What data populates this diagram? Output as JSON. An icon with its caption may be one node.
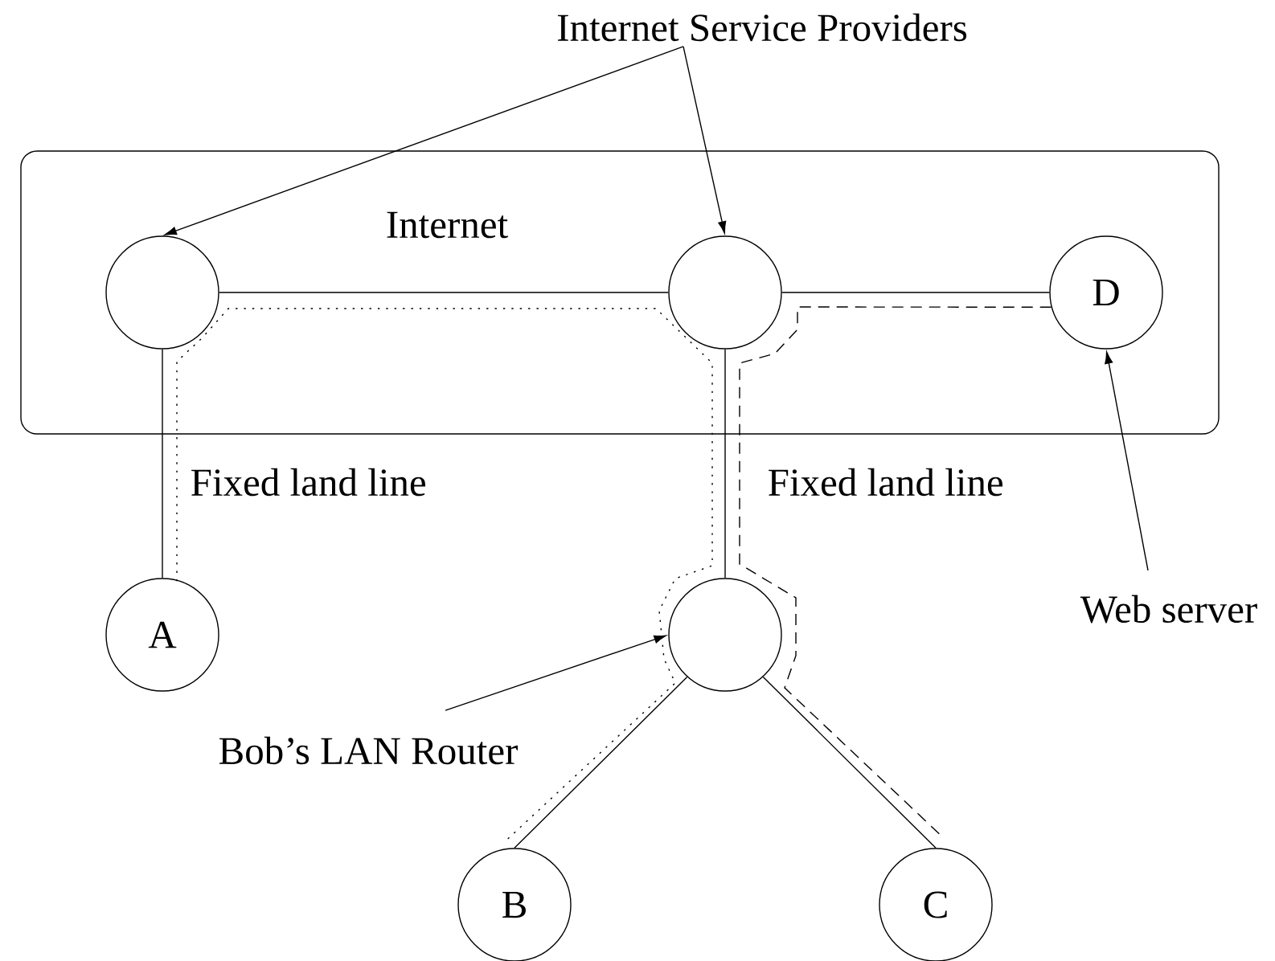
{
  "diagram": {
    "nodes": [
      {
        "text": [
          "Internet"
        ]
      },
      {
        "text": [],
        "shape": "circle",
        "in": 0
      },
      {
        "text": [],
        "shape": "circle",
        "in": 0
      },
      {
        "text": [
          "D"
        ],
        "in": 0
      },
      {
        "text": [
          "A"
        ]
      },
      {
        "text": [],
        "shape": "circle"
      },
      {
        "text": [
          "B"
        ]
      },
      {
        "text": [
          "C"
        ]
      },
      {
        "text": [
          "Internet Service Providers"
        ]
      },
      {
        "text": [
          "Web server"
        ]
      },
      {
        "text": [
          "Bob’s LAN Router"
        ]
      }
    ],
    "edges": [
      {
        "from": 1,
        "to": 2,
        "arrow": "none"
      },
      {
        "from": 2,
        "to": 3,
        "arrow": "none"
      },
      {
        "from": 1,
        "to": 4,
        "arrow": "none",
        "label": "Fixed land line"
      },
      {
        "from": 2,
        "to": 5,
        "arrow": "none",
        "label": "Fixed land line"
      },
      {
        "from": 5,
        "to": 6,
        "arrow": "none"
      },
      {
        "from": 5,
        "to": 7,
        "arrow": "none"
      },
      {
        "from": 8,
        "to": 1,
        "arrow": "to"
      },
      {
        "from": 8,
        "to": 2,
        "arrow": "to"
      },
      {
        "from": 9,
        "to": 3,
        "arrow": "to"
      },
      {
        "from": 10,
        "to": 5,
        "arrow": "to"
      },
      {
        "from": 4,
        "to": 6,
        "arrow": "none",
        "style": "dashed"
      },
      {
        "from": 3,
        "to": 7,
        "arrow": "none",
        "style": "dashed"
      }
    ]
  }
}
